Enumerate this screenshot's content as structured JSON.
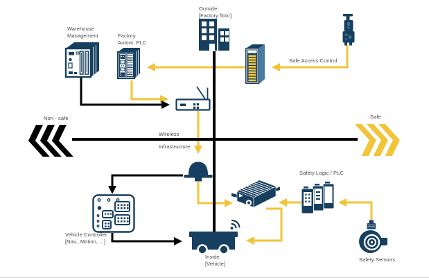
{
  "colors": {
    "navy": "#173F5F",
    "navy_light": "#4A7BA6",
    "dot_blue": "#3A7193",
    "yellow": "#F2C437",
    "led_yellow": "#F5C83C",
    "black": "#000000",
    "label_text": "#474747",
    "background": "#FFFFFF"
  },
  "labels": {
    "warehouse_management": {
      "line1": "Warehouse",
      "line2": "Management"
    },
    "factory_plc": {
      "line1": "Factory",
      "line2": "Autom. PLC"
    },
    "outside": {
      "line1": "Outside",
      "line2": "[Factory floor]"
    },
    "safe_access_control": "Safe Access Control",
    "non_safe": "Non - safe",
    "safe": "Safe",
    "wireless": {
      "line1": "Wireless",
      "line2": "Infrastructure"
    },
    "safety_logic": "Safety Logic / PLC",
    "safety_sensors": "Safety Sensors",
    "vehicle_controller": {
      "line1": "Vehicle Controller",
      "line2": "[Nav., Motion, ...]"
    },
    "inside": {
      "line1": "Inside",
      "line2": "[Vehicle]"
    }
  },
  "icons": {
    "outside": "factory-building-icon",
    "warehouse_management": "industrial-pc-icon",
    "factory_plc": "plc-icon",
    "network_module": "led-io-module-icon",
    "safe_access_control": "safety-door-switch-icon",
    "wireless_router": "wifi-router-icon",
    "vehicle_antenna": "antenna-dome-icon",
    "onboard_controller": "embedded-box-pc-icon",
    "safety_logic": "safety-relay-icon",
    "safety_sensors": "rotary-encoder-icon",
    "vehicle_controller": "controller-board-icon",
    "vehicle": "agv-cart-icon",
    "vehicle_wifi": "wifi-signal-icon"
  }
}
